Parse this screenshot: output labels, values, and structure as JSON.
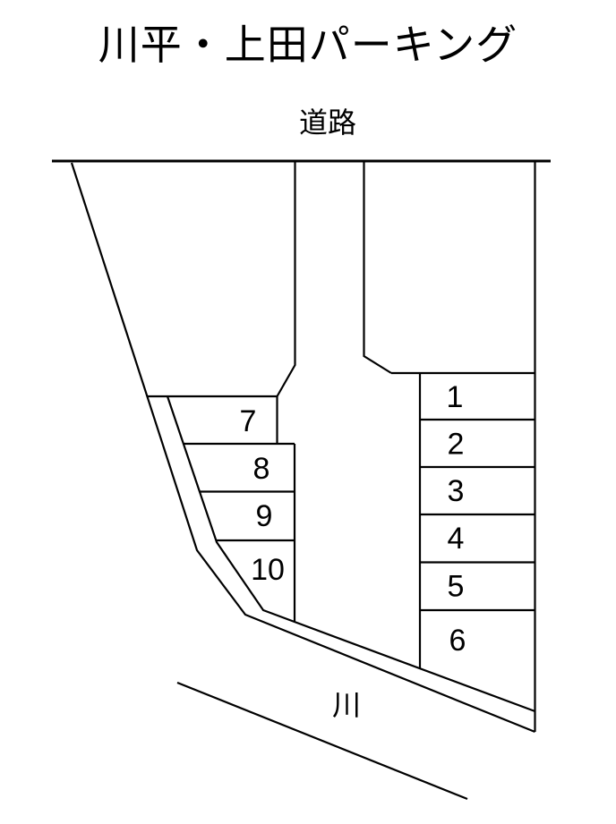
{
  "title": "川平・上田パーキング",
  "road_label": "道路",
  "river_label": "川",
  "spaces": [
    {
      "label": "1"
    },
    {
      "label": "2"
    },
    {
      "label": "3"
    },
    {
      "label": "4"
    },
    {
      "label": "5"
    },
    {
      "label": "6"
    },
    {
      "label": "7"
    },
    {
      "label": "8"
    },
    {
      "label": "9"
    },
    {
      "label": "10"
    }
  ],
  "colors": {
    "line": "#000000",
    "background": "#ffffff",
    "text": "#000000"
  }
}
